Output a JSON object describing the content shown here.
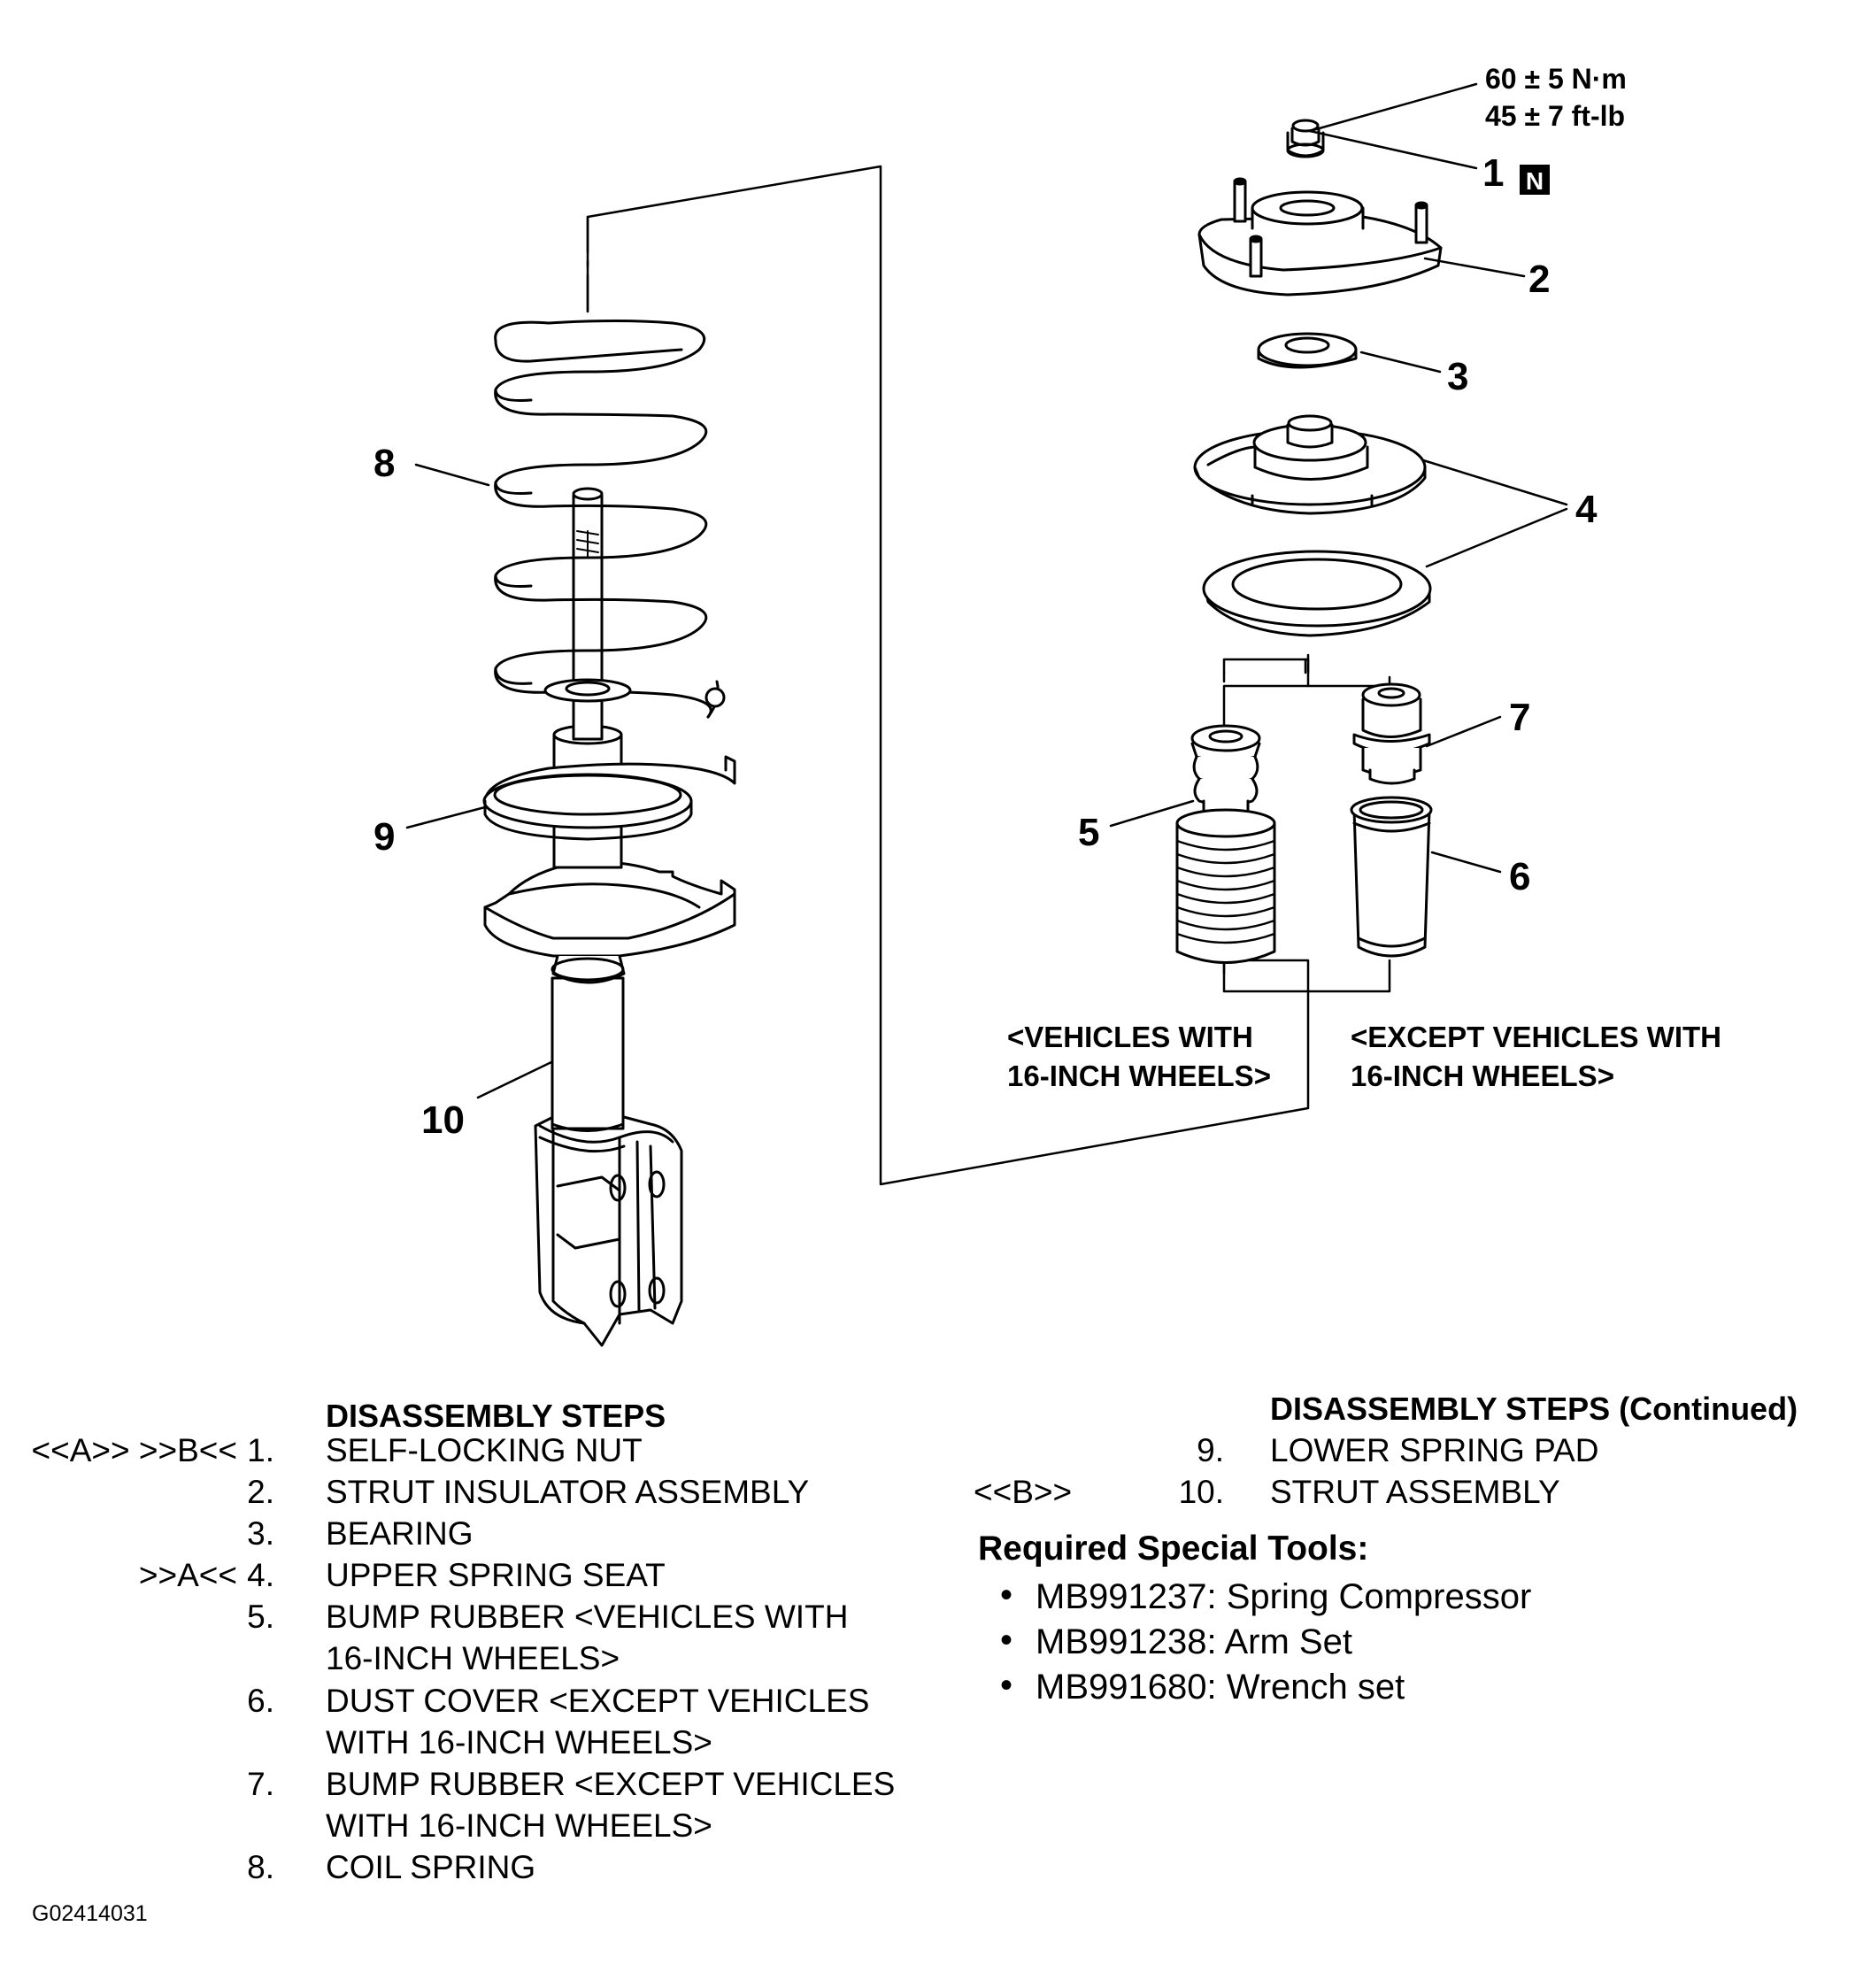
{
  "torque": {
    "line1": "60 ± 5 N·m",
    "line2": "45 ± 7 ft-lb"
  },
  "callouts": [
    "1",
    "2",
    "3",
    "4",
    "5",
    "6",
    "7",
    "8",
    "9",
    "10"
  ],
  "new_part_badge": "N",
  "variants": {
    "left_line1": "<VEHICLES WITH",
    "left_line2": "16-INCH WHEELS>",
    "right_line1": "<EXCEPT VEHICLES WITH",
    "right_line2": "16-INCH WHEELS>"
  },
  "steps_left": {
    "heading": "DISASSEMBLY STEPS",
    "items": [
      {
        "mark": "<<A>> >>B<<",
        "num": "1.",
        "lines": [
          "SELF-LOCKING NUT"
        ]
      },
      {
        "mark": "",
        "num": "2.",
        "lines": [
          "STRUT INSULATOR ASSEMBLY"
        ]
      },
      {
        "mark": "",
        "num": "3.",
        "lines": [
          "BEARING"
        ]
      },
      {
        "mark": ">>A<<",
        "num": "4.",
        "lines": [
          "UPPER SPRING SEAT"
        ]
      },
      {
        "mark": "",
        "num": "5.",
        "lines": [
          "BUMP RUBBER <VEHICLES WITH",
          "16-INCH WHEELS>"
        ]
      },
      {
        "mark": "",
        "num": "6.",
        "lines": [
          "DUST COVER <EXCEPT VEHICLES",
          "WITH 16-INCH WHEELS>"
        ]
      },
      {
        "mark": "",
        "num": "7.",
        "lines": [
          "BUMP RUBBER <EXCEPT VEHICLES",
          "WITH 16-INCH WHEELS>"
        ]
      },
      {
        "mark": "",
        "num": "8.",
        "lines": [
          "COIL SPRING"
        ]
      }
    ]
  },
  "steps_right": {
    "heading": "DISASSEMBLY STEPS (Continued)",
    "items": [
      {
        "mark": "",
        "num": "9.",
        "lines": [
          "LOWER SPRING PAD"
        ]
      },
      {
        "mark": "<<B>>",
        "num": "10.",
        "lines": [
          "STRUT ASSEMBLY"
        ]
      }
    ]
  },
  "tools": {
    "heading": "Required Special Tools:",
    "bullet": "•",
    "items": [
      "MB991237: Spring Compressor",
      "MB991238: Arm Set",
      "MB991680: Wrench set"
    ]
  },
  "figure_id": "G02414031"
}
